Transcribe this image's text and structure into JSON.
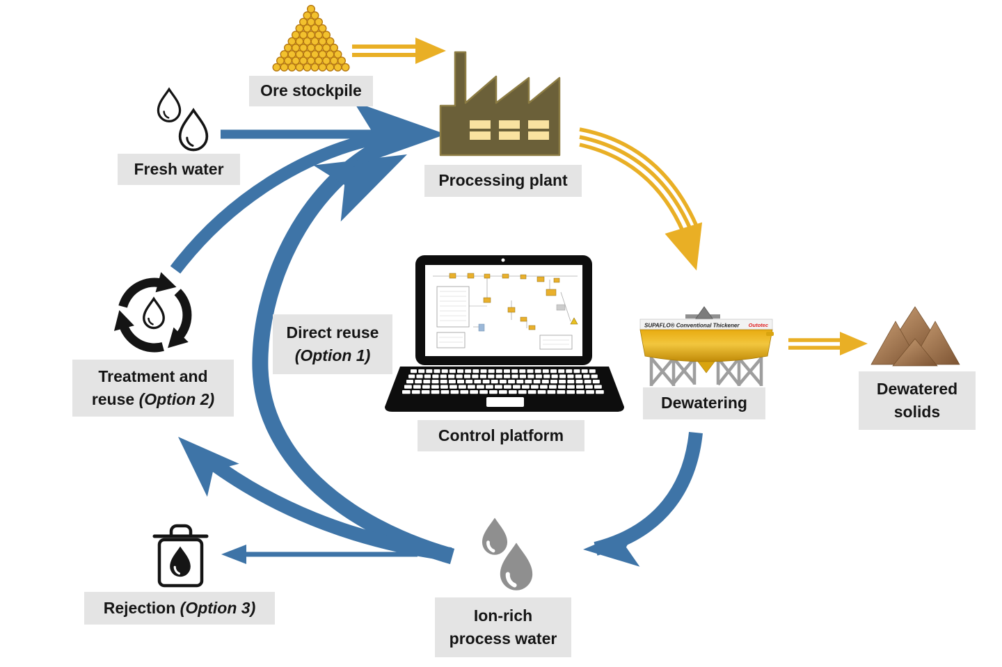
{
  "colors": {
    "blue": "#3e74a7",
    "gold": "#e9af25",
    "label_bg": "#e4e4e4",
    "outotec_red": "#e02020",
    "ink": "#141414",
    "factory_body": "#6b6039",
    "factory_window": "#f9e2a0",
    "ore_fill": "#f2c12e",
    "ore_stroke": "#b5770f",
    "gray_drop": "#8f8f8f",
    "tank_gold": "#e0a713",
    "solids_brown": "#9a6c41"
  },
  "nodes": {
    "ore_stockpile": {
      "label": "Ore stockpile"
    },
    "processing_plant": {
      "label": "Processing plant"
    },
    "fresh_water": {
      "label": "Fresh water"
    },
    "treatment": {
      "label_line1": "Treatment and",
      "label_line2_regular": "reuse ",
      "label_line2_italic": "(Option 2)"
    },
    "direct_reuse": {
      "label_line1": "Direct reuse",
      "label_line2_italic": "(Option 1)"
    },
    "control_platform": {
      "label": "Control platform"
    },
    "dewatering": {
      "label": "Dewatering",
      "equipment_title": "SUPAFLO® Conventional Thickener",
      "equipment_brand": "Outotec"
    },
    "dewatered_solids": {
      "label_line1": "Dewatered",
      "label_line2": "solids"
    },
    "ion_rich_water": {
      "label_line1": "Ion-rich",
      "label_line2": "process water"
    },
    "rejection": {
      "label_regular": "Rejection ",
      "label_italic": "(Option 3)"
    }
  }
}
